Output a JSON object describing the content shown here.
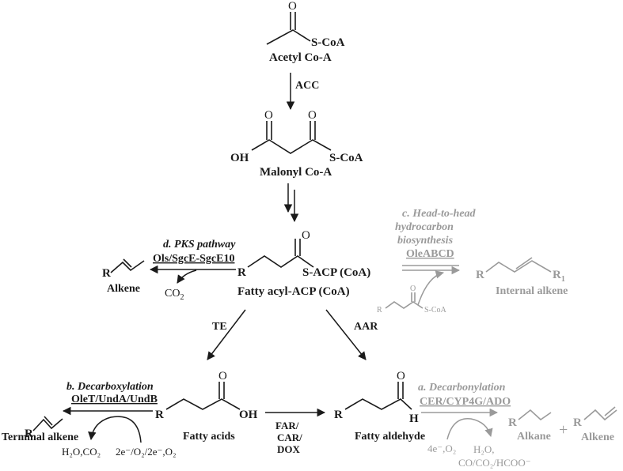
{
  "acetyl": {
    "o": "O",
    "scoa": "S-CoA",
    "name": "Acetyl Co-A"
  },
  "acc": "ACC",
  "malonyl": {
    "o1": "O",
    "o2": "O",
    "oh": "OH",
    "scoa": "S-CoA",
    "name": "Malonyl Co-A"
  },
  "fattyacyl": {
    "o": "O",
    "r": "R",
    "sacp": "S-ACP (CoA)",
    "name": "Fatty acyl-ACP (CoA)"
  },
  "pks": {
    "title": "d. PKS pathway",
    "genes": "Ols/SgcE-SgcE10",
    "co2": "CO",
    "co2_sub": "2",
    "product_r": "R",
    "product": "Alkene"
  },
  "head": {
    "line1": "c. Head-to-head",
    "line2": "hydrocarbon",
    "line3": "biosynthesis",
    "genes": "OleABCD",
    "product_r": "R",
    "product_r1": "R",
    "product_r1_sub": "1",
    "product": "Internal alkene",
    "co_r": "R",
    "co_o": "O",
    "co_scoa": "S-CoA"
  },
  "te": "TE",
  "aar": "AAR",
  "decarbox": {
    "title": "b. Decarboxylation",
    "genes": "OleT/UndA/UndB",
    "product_r": "R",
    "product": "Terminal alkene",
    "byproduct": "H₂O,CO₂",
    "cofactor": "2e⁻/O₂/2e⁻,O₂"
  },
  "fattyacid": {
    "o": "O",
    "r": "R",
    "oh": "OH",
    "name": "Fatty acids"
  },
  "far": {
    "l1": "FAR/",
    "l2": "CAR/",
    "l3": "DOX"
  },
  "aldehyde": {
    "o": "O",
    "r": "R",
    "h": "H",
    "name": "Fatty aldehyde"
  },
  "decarbon": {
    "title": "a. Decarbonylation",
    "genes": "CER/CYP4G/ADO",
    "alkane_r": "R",
    "alkane": "Alkane",
    "plus": "+",
    "alkene_r": "R",
    "alkene": "Alkene",
    "cofactor": "4e⁻,O₂",
    "byproduct1": "H₂O,",
    "byproduct2": "CO/CO₂/HCOO⁻"
  }
}
